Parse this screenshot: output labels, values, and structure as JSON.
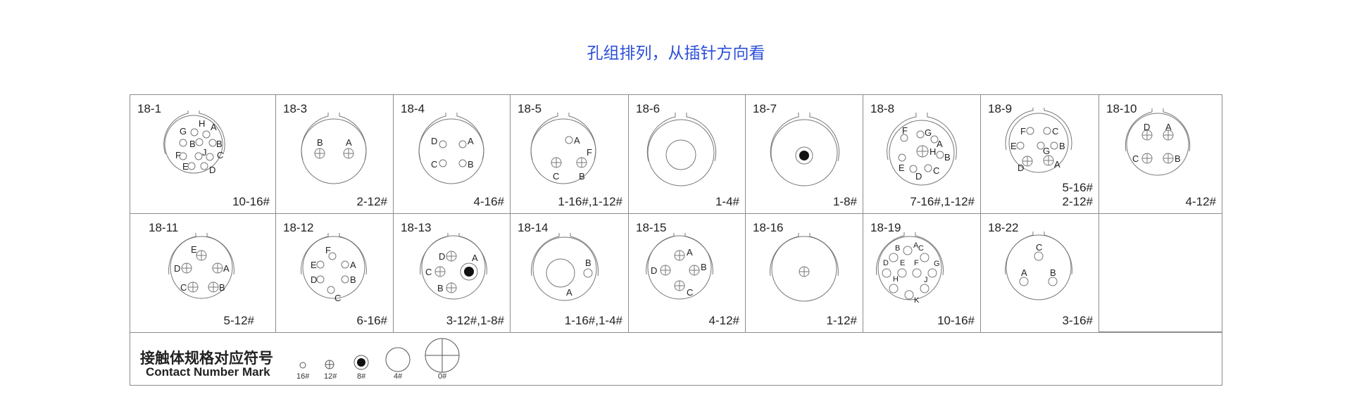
{
  "title": "孔组排列，从插针方向看",
  "colors": {
    "title": "#2b4fd8",
    "line": "#8c8c8c",
    "ink": "#222222"
  },
  "rows": [
    [
      {
        "code": "18-1",
        "spec": "10-16#",
        "pins": [
          {
            "l": "H",
            "t": "16"
          },
          {
            "l": "A",
            "t": "16"
          },
          {
            "l": "G",
            "t": "16"
          },
          {
            "l": "B",
            "t": "16"
          },
          {
            "l": "B",
            "t": "16"
          },
          {
            "l": "F",
            "t": "16"
          },
          {
            "l": "J",
            "t": "16"
          },
          {
            "l": "C",
            "t": "16"
          },
          {
            "l": "E",
            "t": "16"
          },
          {
            "l": "D",
            "t": "16"
          }
        ]
      },
      {
        "code": "18-3",
        "spec": "2-12#",
        "pins": [
          {
            "l": "B",
            "t": "12"
          },
          {
            "l": "A",
            "t": "12"
          }
        ]
      },
      {
        "code": "18-4",
        "spec": "4-16#",
        "pins": [
          {
            "l": "D",
            "t": "16"
          },
          {
            "l": "A",
            "t": "16"
          },
          {
            "l": "C",
            "t": "16"
          },
          {
            "l": "B",
            "t": "16"
          }
        ]
      },
      {
        "code": "18-5",
        "spec": "1-16#,1-12#",
        "pins": [
          {
            "l": "A",
            "t": "16"
          },
          {
            "l": "F",
            "t": "label"
          },
          {
            "l": "C",
            "t": "12"
          },
          {
            "l": "B",
            "t": "12"
          }
        ]
      },
      {
        "code": "18-6",
        "spec": "1-4#",
        "pins": [
          {
            "l": "",
            "t": "4"
          }
        ]
      },
      {
        "code": "18-7",
        "spec": "1-8#",
        "pins": [
          {
            "l": "",
            "t": "8"
          }
        ]
      },
      {
        "code": "18-8",
        "spec": "7-16#,1-12#",
        "pins": [
          {
            "l": "F",
            "t": "16"
          },
          {
            "l": "G",
            "t": "16"
          },
          {
            "l": "A",
            "t": "16"
          },
          {
            "l": "H",
            "t": "12"
          },
          {
            "l": "B",
            "t": "16"
          },
          {
            "l": "E",
            "t": "16"
          },
          {
            "l": "D",
            "t": "16"
          },
          {
            "l": "C",
            "t": "16"
          }
        ]
      },
      {
        "code": "18-9",
        "spec": "5-16#\n2-12#",
        "pins": [
          {
            "l": "F",
            "t": "16"
          },
          {
            "l": "C",
            "t": "16"
          },
          {
            "l": "E",
            "t": "16"
          },
          {
            "l": "G",
            "t": "16"
          },
          {
            "l": "B",
            "t": "16"
          },
          {
            "l": "D",
            "t": "12"
          },
          {
            "l": "A",
            "t": "12"
          }
        ]
      },
      {
        "code": "18-10",
        "spec": "4-12#",
        "pins": [
          {
            "l": "D",
            "t": "12"
          },
          {
            "l": "A",
            "t": "12"
          },
          {
            "l": "C",
            "t": "12"
          },
          {
            "l": "B",
            "t": "12"
          }
        ]
      }
    ],
    [
      {
        "code": "18-11",
        "spec": "5-12#",
        "pins": [
          {
            "l": "E",
            "t": "12"
          },
          {
            "l": "D",
            "t": "12"
          },
          {
            "l": "A",
            "t": "12"
          },
          {
            "l": "C",
            "t": "12"
          },
          {
            "l": "B",
            "t": "12"
          }
        ]
      },
      {
        "code": "18-12",
        "spec": "6-16#",
        "pins": [
          {
            "l": "F",
            "t": "16"
          },
          {
            "l": "E",
            "t": "16"
          },
          {
            "l": "A",
            "t": "16"
          },
          {
            "l": "D",
            "t": "16"
          },
          {
            "l": "B",
            "t": "16"
          },
          {
            "l": "C",
            "t": "16"
          }
        ]
      },
      {
        "code": "18-13",
        "spec": "3-12#,1-8#",
        "pins": [
          {
            "l": "D",
            "t": "12"
          },
          {
            "l": "A",
            "t": "8"
          },
          {
            "l": "C",
            "t": "12"
          },
          {
            "l": "B",
            "t": "12"
          }
        ]
      },
      {
        "code": "18-14",
        "spec": "1-16#,1-4#",
        "pins": [
          {
            "l": "A",
            "t": "4"
          },
          {
            "l": "B",
            "t": "16"
          }
        ]
      },
      {
        "code": "18-15",
        "spec": "4-12#",
        "pins": [
          {
            "l": "A",
            "t": "12"
          },
          {
            "l": "D",
            "t": "12"
          },
          {
            "l": "B",
            "t": "12"
          },
          {
            "l": "C",
            "t": "12"
          }
        ]
      },
      {
        "code": "18-16",
        "spec": "1-12#",
        "pins": [
          {
            "l": "",
            "t": "12"
          }
        ]
      },
      {
        "code": "18-19",
        "spec": "10-16#",
        "pins": [
          {
            "l": "A",
            "t": "16"
          },
          {
            "l": "B",
            "t": "16"
          },
          {
            "l": "C",
            "t": "16"
          },
          {
            "l": "D",
            "t": "16"
          },
          {
            "l": "E",
            "t": "16"
          },
          {
            "l": "F",
            "t": "16"
          },
          {
            "l": "G",
            "t": "16"
          },
          {
            "l": "H",
            "t": "16"
          },
          {
            "l": "J",
            "t": "16"
          },
          {
            "l": "K",
            "t": "16"
          }
        ]
      },
      {
        "code": "18-22",
        "spec": "3-16#",
        "pins": [
          {
            "l": "C",
            "t": "16"
          },
          {
            "l": "A",
            "t": "16"
          },
          {
            "l": "B",
            "t": "16"
          }
        ]
      },
      {
        "code": "",
        "spec": "",
        "pins": []
      }
    ]
  ],
  "legend": {
    "title_cn": "接触体规格对应符号",
    "title_en": "Contact Number Mark",
    "items": [
      {
        "size": "16#",
        "symbol": "small-circle"
      },
      {
        "size": "12#",
        "symbol": "crossed-circle"
      },
      {
        "size": "8#",
        "symbol": "filled-dot-circle"
      },
      {
        "size": "4#",
        "symbol": "large-circle"
      },
      {
        "size": "0#",
        "symbol": "xlarge-crossed-circle"
      }
    ]
  }
}
